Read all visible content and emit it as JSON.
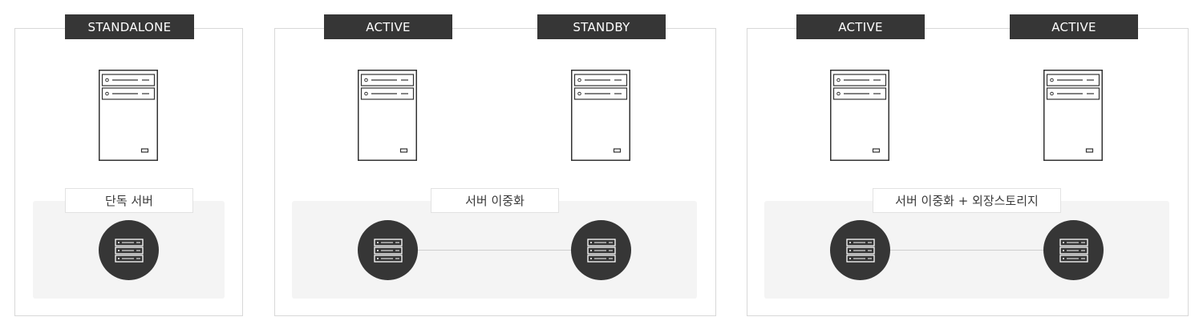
{
  "standalone": {
    "tag": "STANDALONE",
    "label": "단독 서버"
  },
  "redundancy": {
    "tag_primary": "ACTIVE",
    "tag_secondary": "STANDBY",
    "label": "서버 이중화"
  },
  "redundancy_storage": {
    "tag_primary": "ACTIVE",
    "tag_secondary": "ACTIVE",
    "label": "서버 이중화 + 외장스토리지"
  },
  "colors": {
    "tag_bg": "#363636",
    "node_bg": "#363636",
    "area_bg": "#f4f4f4",
    "border": "#d8d8d8"
  },
  "icons": {
    "server": "server-tower-icon",
    "storage": "storage-rack-icon"
  }
}
